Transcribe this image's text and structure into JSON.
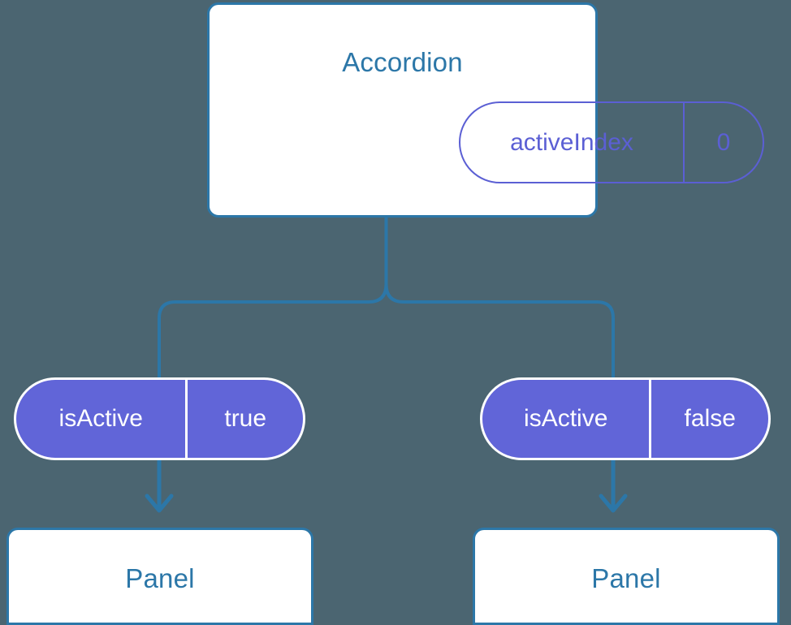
{
  "diagram": {
    "background_color": "#4b6571",
    "accent_blue": "#2c77a8",
    "accent_purple": "#5b5fd4",
    "pill_fill": "#6165d8",
    "card_fill": "#ffffff",
    "parent": {
      "title": "Accordion",
      "state_pill": {
        "key": "activeIndex",
        "value": "0"
      }
    },
    "branches": [
      {
        "prop_pill": {
          "key": "isActive",
          "value": "true"
        },
        "child": {
          "title": "Panel"
        }
      },
      {
        "prop_pill": {
          "key": "isActive",
          "value": "false"
        },
        "child": {
          "title": "Panel"
        }
      }
    ]
  }
}
